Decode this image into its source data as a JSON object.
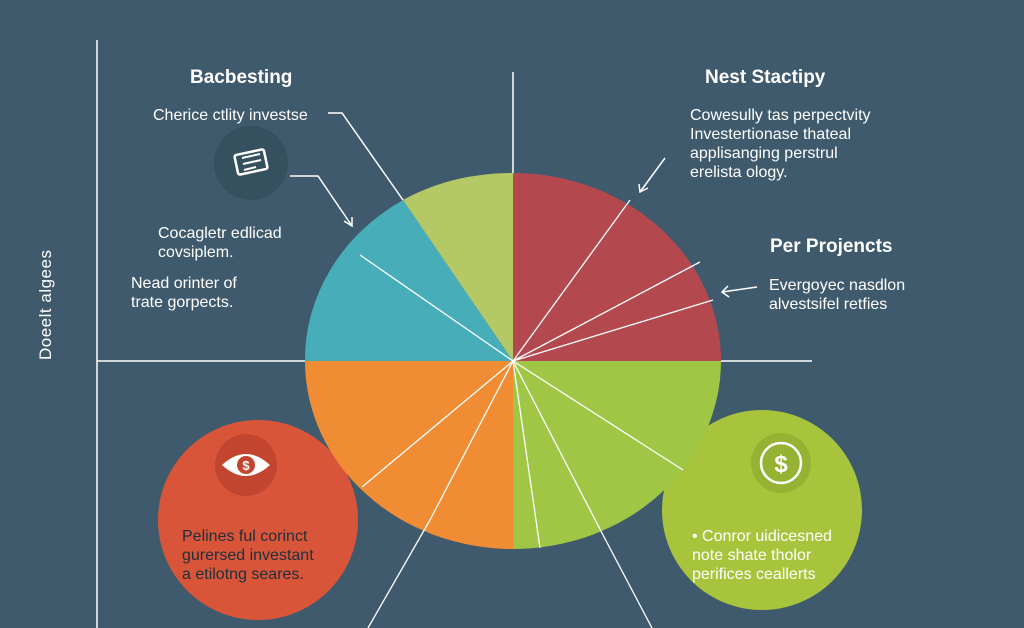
{
  "side_label": "Doeelt algees",
  "quadrants": {
    "top_left": {
      "title": "Bacbesting",
      "lines": [
        "Cherice ctlity investse",
        "Cocagletr edlicad covsiplem.",
        "Nead orinter of trate gorpects."
      ]
    },
    "top_right": {
      "title": "Nest Stactipy",
      "lines": [
        "Cowesully tas perpectvity",
        "Investertionase thateal",
        "applisanging perstrul",
        "erelista ology."
      ]
    },
    "right": {
      "title": "Per Projencts",
      "lines": [
        "Evergoyec nasdlon",
        "alvestsifel retfies"
      ]
    },
    "bottom_left_bubble": {
      "lines": [
        "Pelines ful corinct",
        "gurersed investant",
        "a etilotng seares."
      ]
    },
    "bottom_right_bubble": {
      "lines": [
        "• Conror uidicesned",
        "note shate tholor",
        "perifices ceallerts"
      ]
    }
  },
  "icons": [
    "ticket-icon",
    "eye-dollar-icon",
    "dollar-coin-icon"
  ],
  "colors": {
    "background": "#3f5a6c",
    "teal": "#47adb9",
    "lime": "#b4c865",
    "red": "#b3494f",
    "orange": "#f08d34",
    "green": "#9fc645",
    "bubble_red": "#d9553a",
    "bubble_green": "#a8c43d"
  }
}
